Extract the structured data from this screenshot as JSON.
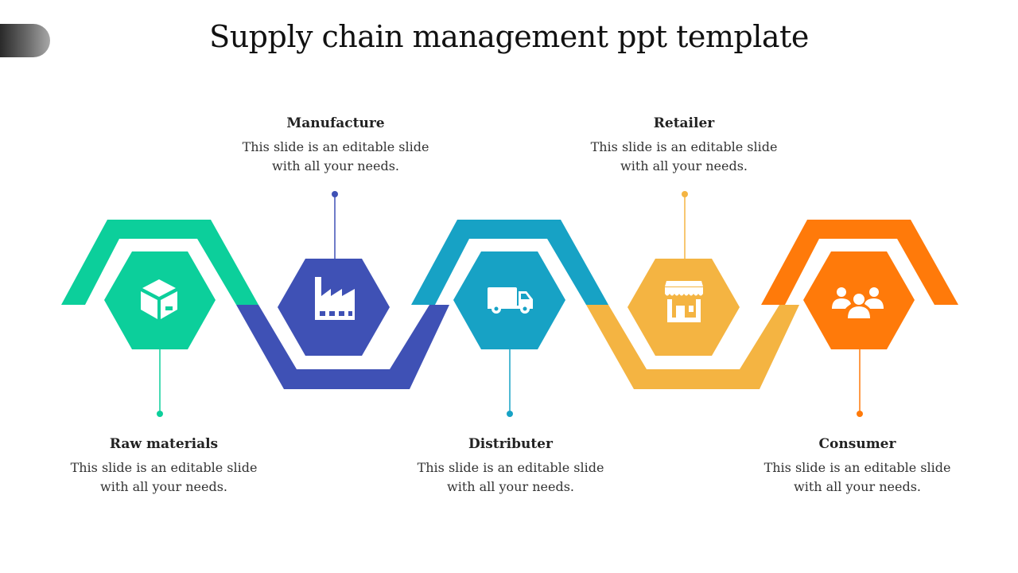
{
  "title": "Supply chain management ppt template",
  "steps": [
    {
      "heading": "Raw materials",
      "description": "This slide is an editable slide with all your needs.",
      "color": "#0ccf9b",
      "icon": "box-icon"
    },
    {
      "heading": "Manufacture",
      "description": "This slide is an editable slide with all your needs.",
      "color": "#3f51b5",
      "icon": "factory-icon"
    },
    {
      "heading": "Distributer",
      "description": "This slide is an editable slide with all your needs.",
      "color": "#17a2c5",
      "icon": "truck-icon"
    },
    {
      "heading": "Retailer",
      "description": "This slide is an editable slide with all your needs.",
      "color": "#f4b442",
      "icon": "store-icon"
    },
    {
      "heading": "Consumer",
      "description": "This slide is an editable slide with all your needs.",
      "color": "#ff7a0a",
      "icon": "people-icon"
    }
  ]
}
